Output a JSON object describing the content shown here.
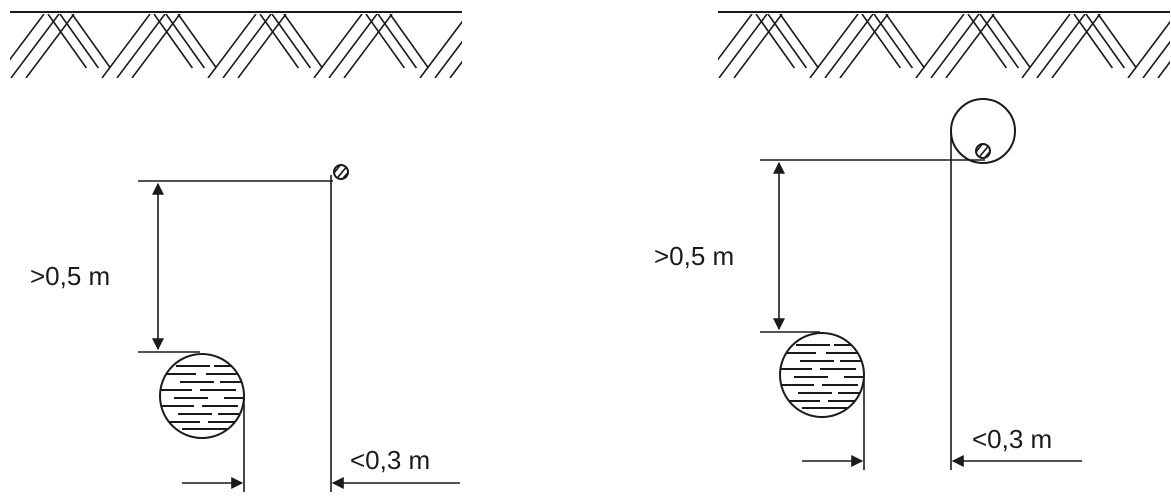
{
  "left_panel": {
    "vertical_dimension": ">0,5 m",
    "horizontal_dimension": "<0,3 m"
  },
  "right_panel": {
    "vertical_dimension": ">0,5 m",
    "horizontal_dimension": "<0,3 m"
  },
  "colors": {
    "line": "#1a1a1a",
    "background": "#ffffff"
  }
}
